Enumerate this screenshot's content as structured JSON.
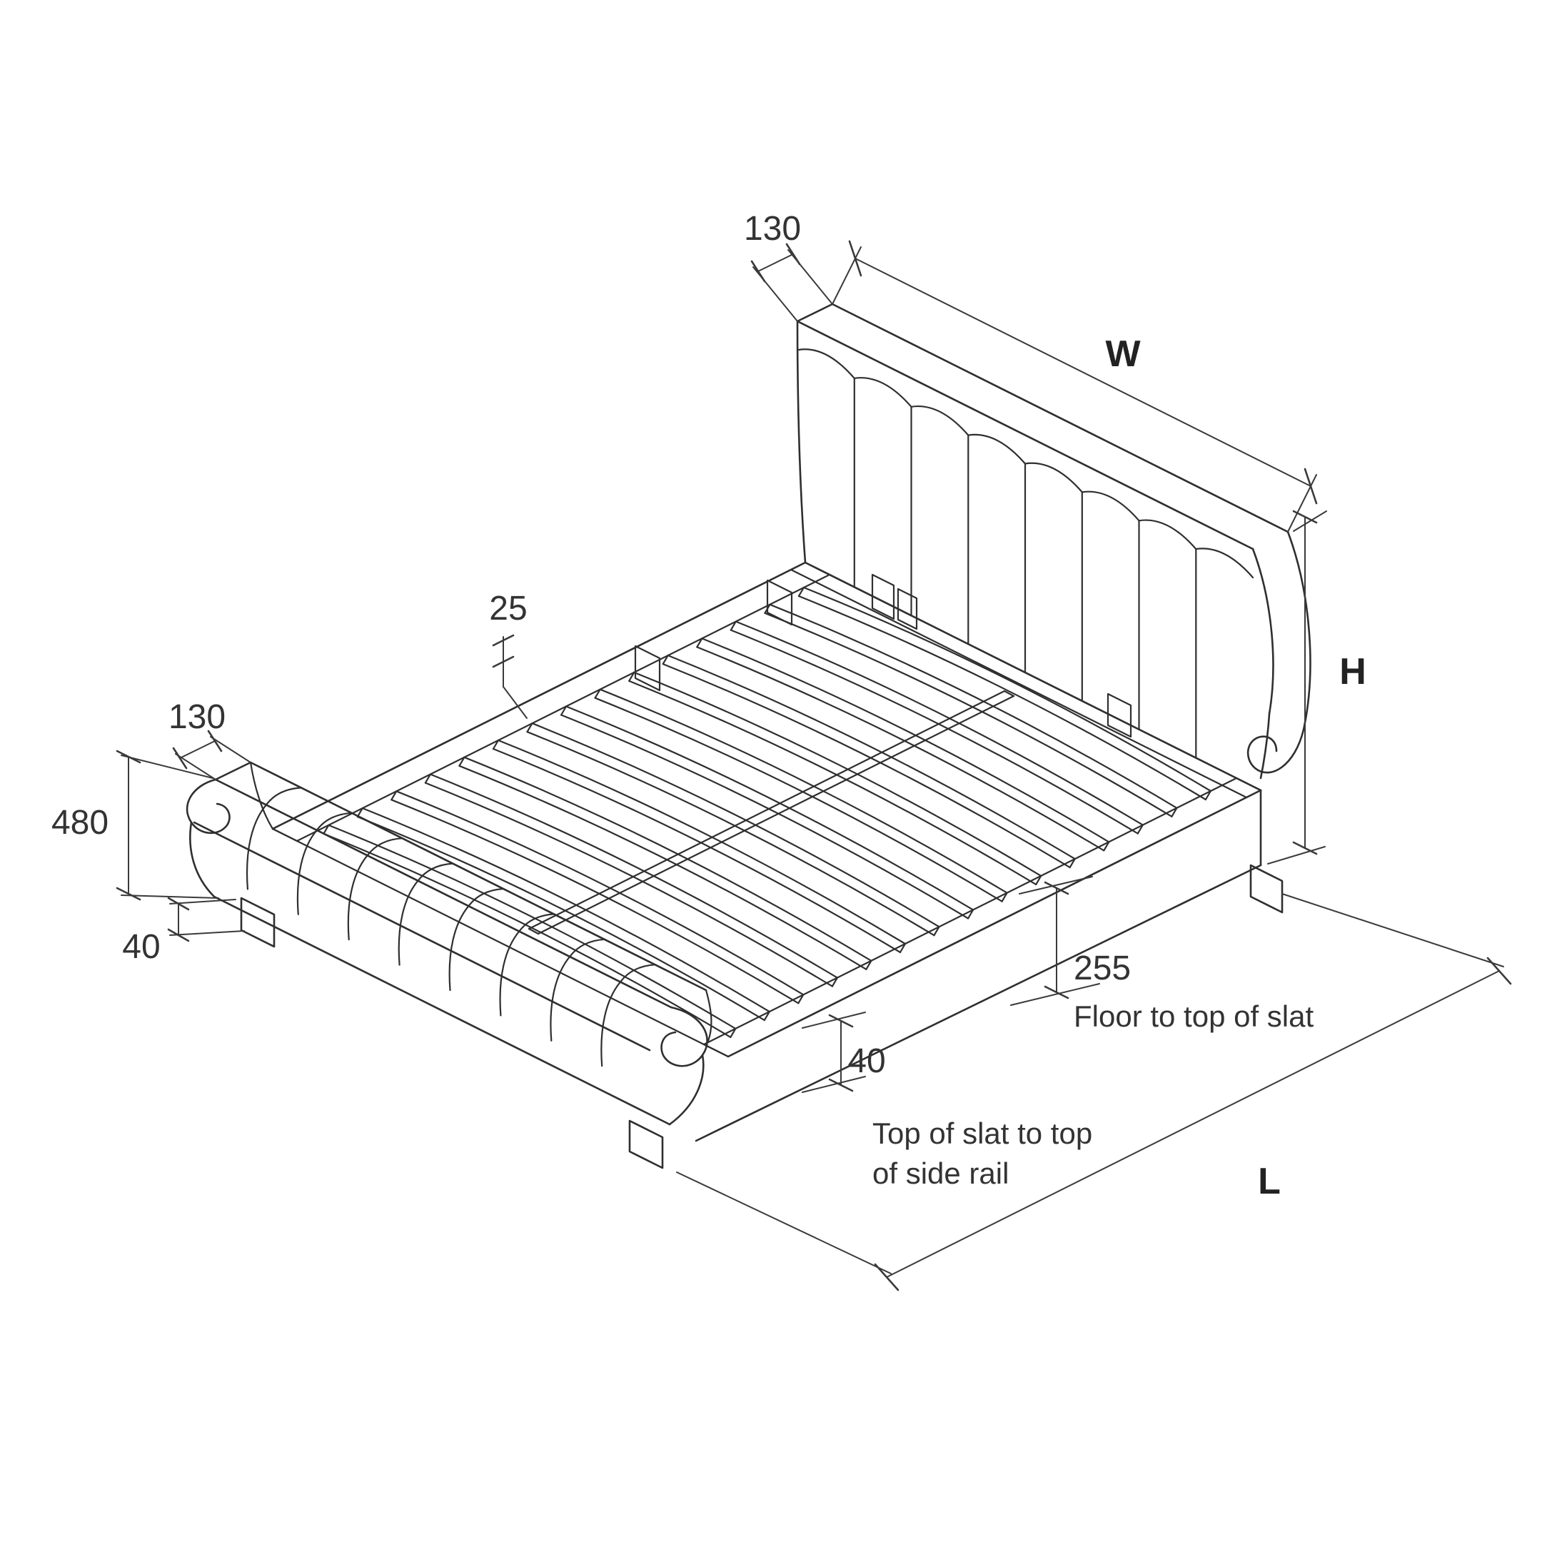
{
  "drawing": {
    "title": "Bed frame dimension diagram",
    "background": "#ffffff",
    "line_color": "#2f2f2f",
    "labels": {
      "headboard_depth": "130",
      "width": "W",
      "height": "H",
      "slat_thickness": "25",
      "footboard_depth": "130",
      "footboard_height": "480",
      "foot_height": "40",
      "floor_to_slat_value": "255",
      "floor_to_slat_caption": "Floor to top of slat",
      "slat_to_rail_value": "40",
      "slat_to_rail_caption_line1": "Top of slat to top",
      "slat_to_rail_caption_line2": "of side rail",
      "length": "L"
    }
  }
}
